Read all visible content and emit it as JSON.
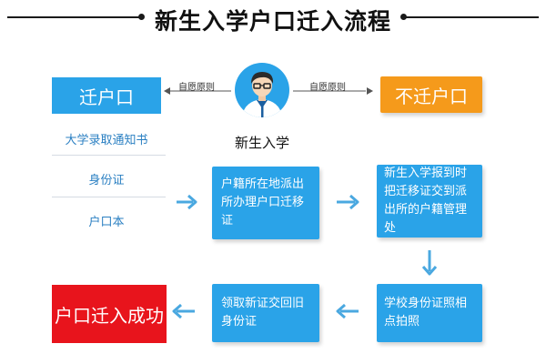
{
  "title": "新生入学户口迁入流程",
  "left_option": "迁户口",
  "right_option": "不迁户口",
  "person_label": "新生入学",
  "principle_left": "自愿原则",
  "principle_right": "自愿原则",
  "materials": [
    "大学录取通知书",
    "身份证",
    "户口本"
  ],
  "steps": {
    "step1": "户籍所在地派出所办理户口迁移证",
    "step2": "新生入学报到时把迁移证交到派出所的户籍管理处",
    "step3": "学校身份证照相点拍照",
    "step4": "领取新证交回旧身份证",
    "result": "户口迁入成功"
  },
  "colors": {
    "blue": "#2aa3e8",
    "arrow_blue": "#4aa8e0",
    "orange": "#f59a1b",
    "red": "#e8141c",
    "material_text": "#2a7fc2"
  }
}
